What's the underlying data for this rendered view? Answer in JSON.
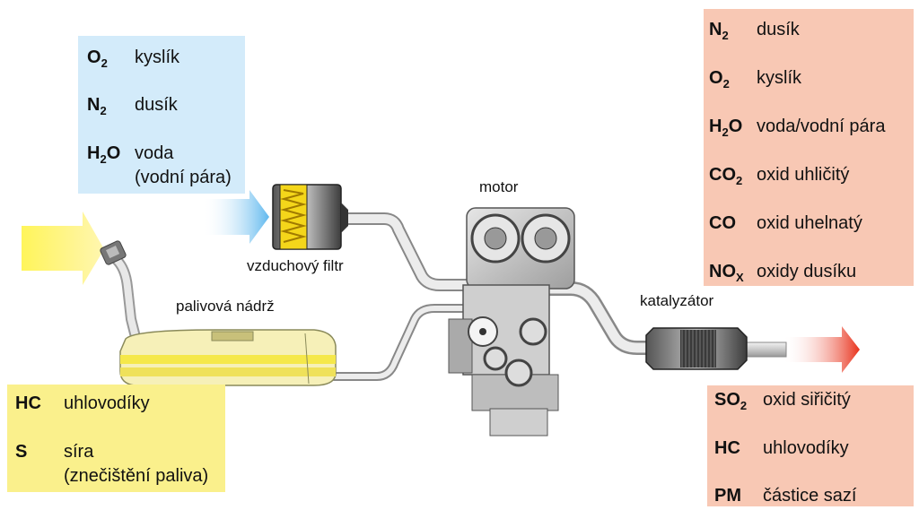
{
  "air_box": {
    "items": [
      {
        "formula": "O",
        "sub": "2",
        "name": "kyslík"
      },
      {
        "formula": "N",
        "sub": "2",
        "name": "dusík"
      },
      {
        "formula": "H",
        "sub": "2",
        "formula2": "O",
        "name": "voda",
        "name2": "(vodní pára)"
      }
    ],
    "color": "#d3ebfa"
  },
  "fuel_box": {
    "items": [
      {
        "formula": "HC",
        "name": "uhlovodíky"
      },
      {
        "formula": "S",
        "name": "síra",
        "name2": "(znečištění paliva)"
      }
    ],
    "color": "#faf08c"
  },
  "exhaust_box": {
    "items": [
      {
        "formula": "N",
        "sub": "2",
        "name": "dusík"
      },
      {
        "formula": "O",
        "sub": "2",
        "name": "kyslík"
      },
      {
        "formula": "H",
        "sub": "2",
        "formula2": "O",
        "name": "voda/vodní pára"
      },
      {
        "formula": "CO",
        "sub": "2",
        "name": "oxid uhličitý"
      },
      {
        "formula": "CO",
        "name": "oxid uhelnatý"
      },
      {
        "formula": "NO",
        "sub": "X",
        "name": "oxidy dusíku"
      }
    ],
    "color": "#f8c8b4"
  },
  "exhaust_box2": {
    "items": [
      {
        "formula": "SO",
        "sub": "2",
        "name": "oxid siřičitý"
      },
      {
        "formula": "HC",
        "name": "uhlovodíky"
      },
      {
        "formula": "PM",
        "name": "částice sazí"
      }
    ],
    "color": "#f8c8b4"
  },
  "labels": {
    "motor": "motor",
    "filter": "vzduchový filtr",
    "tank": "palivová nádrž",
    "catalyst": "katalyzátor"
  },
  "icons": [
    "air-intake-arrow-icon",
    "fuel-arrow-icon",
    "exhaust-arrow-icon",
    "air-filter-icon",
    "fuel-tank-icon",
    "engine-icon",
    "catalytic-converter-icon"
  ]
}
